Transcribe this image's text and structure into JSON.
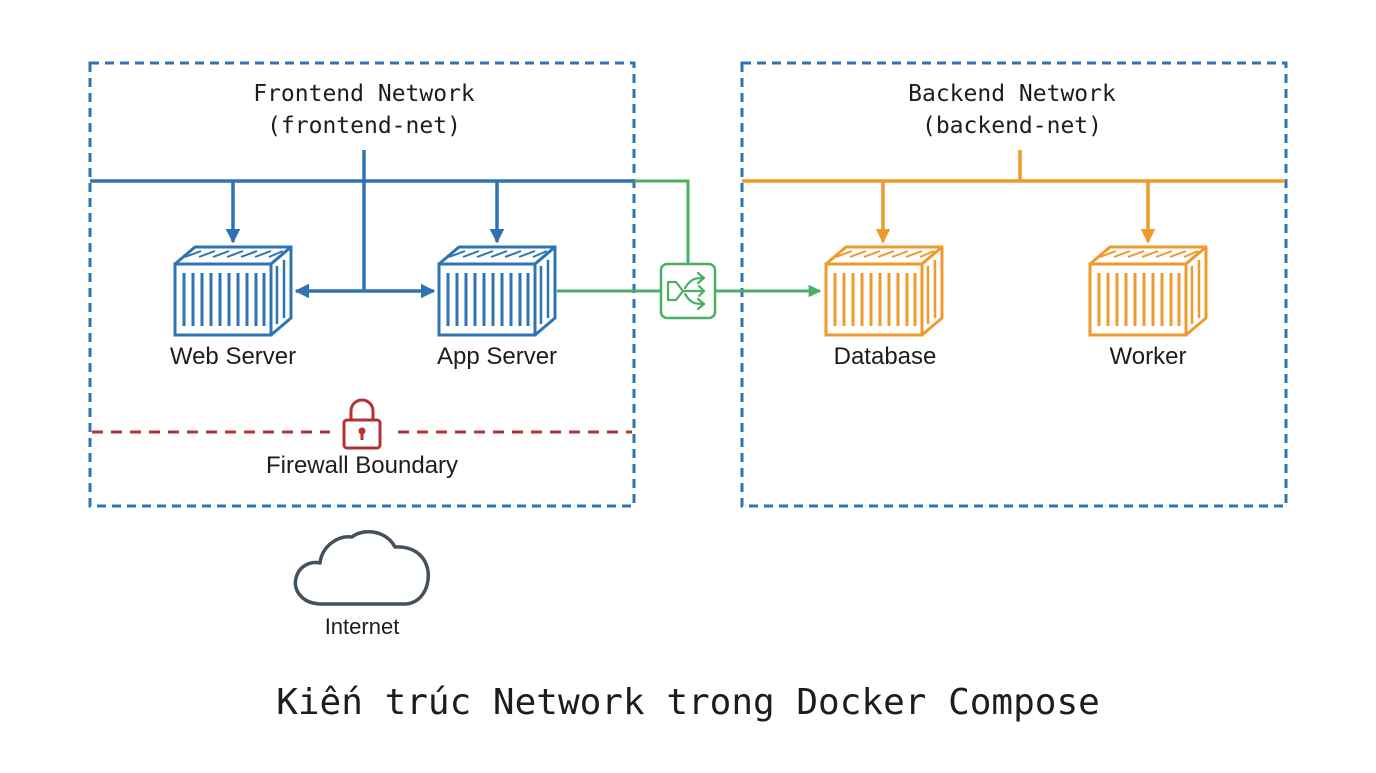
{
  "colors": {
    "frontend": "#2f73b5",
    "backend": "#ef9a2d",
    "bridge": "#4aae64",
    "firewall": "#b63131",
    "cloud": "#44505c",
    "text": "#1d1d1d"
  },
  "frontend_network": {
    "title": "Frontend Network",
    "subtitle": "(frontend-net)"
  },
  "backend_network": {
    "title": "Backend Network",
    "subtitle": "(backend-net)"
  },
  "nodes": {
    "web_server": {
      "label": "Web Server",
      "icon": "container-icon"
    },
    "app_server": {
      "label": "App Server",
      "icon": "container-icon"
    },
    "database": {
      "label": "Database",
      "icon": "container-icon"
    },
    "worker": {
      "label": "Worker",
      "icon": "container-icon"
    }
  },
  "firewall": {
    "label": "Firewall Boundary",
    "icon": "lock-icon"
  },
  "internet": {
    "label": "Internet",
    "icon": "cloud-icon"
  },
  "connector_icon": "share-icon",
  "diagram_title": "Kiến trúc Network trong Docker Compose"
}
